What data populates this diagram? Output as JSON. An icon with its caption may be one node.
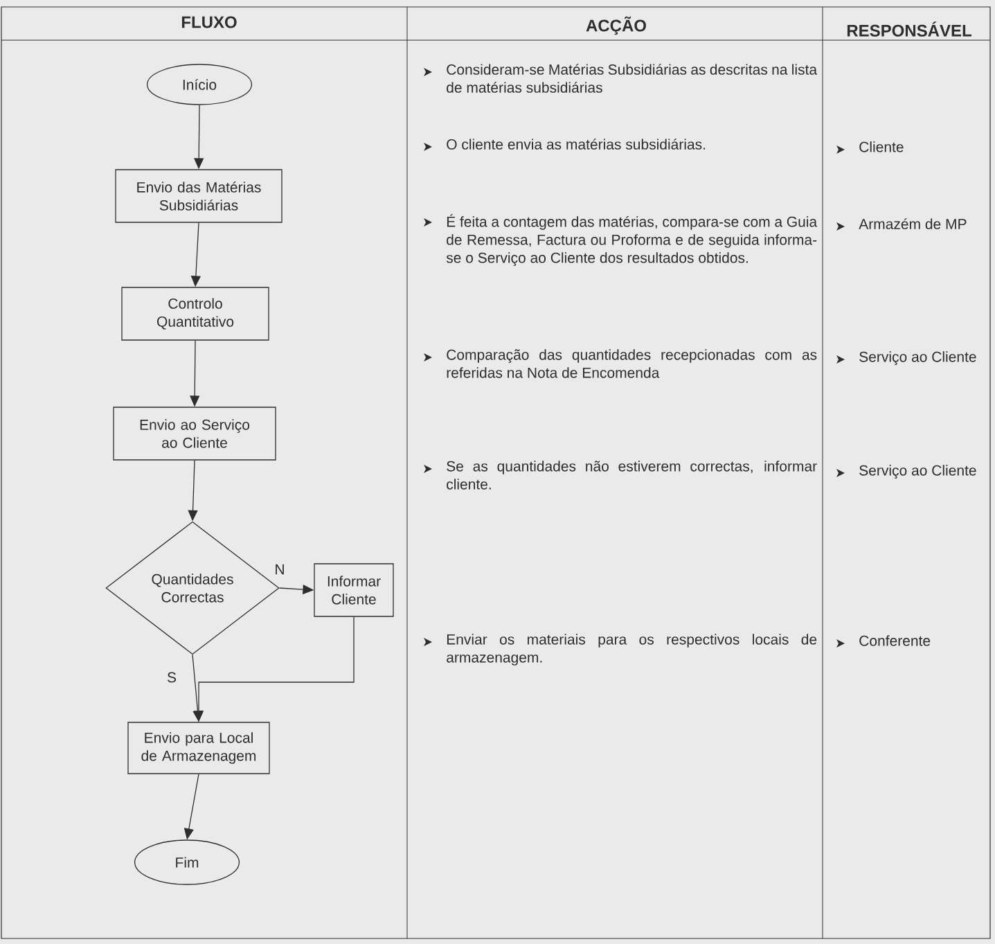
{
  "diagram": {
    "nodes": [
      {
        "text": [
          "Início"
        ]
      },
      {
        "text": [
          "Envio das Matérias Subsidiárias"
        ]
      },
      {
        "text": [
          "Controlo Quantitativo"
        ]
      },
      {
        "text": [
          "Envio ao Serviço ao Cliente"
        ]
      },
      {
        "text": [
          "Quantidades Correctas"
        ]
      },
      {
        "text": [
          "Informar Cliente"
        ]
      },
      {
        "text": [
          "Envio para Local de Armazenagem"
        ]
      },
      {
        "text": [
          "Fim"
        ]
      }
    ],
    "edges": [
      {
        "from": 0,
        "to": 1,
        "arrow": "to"
      },
      {
        "from": 1,
        "to": 2,
        "arrow": "to"
      },
      {
        "from": 2,
        "to": 3,
        "arrow": "to"
      },
      {
        "from": 3,
        "to": 4,
        "arrow": "to"
      },
      {
        "from": 4,
        "to": 5,
        "arrow": "to",
        "label": "N"
      },
      {
        "from": 4,
        "to": 6,
        "arrow": "to",
        "label": "S"
      },
      {
        "from": 5,
        "to": 6,
        "arrow": "to"
      },
      {
        "from": 6,
        "to": 7,
        "arrow": "to"
      }
    ],
    "labels": [
      "FLUXO",
      "ACÇÃO",
      "RESPONSÁVEL",
      "Consideram-se Matérias Subsidiárias as descritas na lista de matérias subsidiárias",
      "O cliente envia as matérias subsidiárias.",
      "Cliente",
      "É feita a contagem das matérias, compara-se com a Guia de Remessa, Factura ou Proforma e de seguida informa-se o Serviço ao Cliente dos resultados obtidos.",
      "Armazém de MP",
      "Comparação das quantidades recepcionadas com as referidas na Nota de Encomenda",
      "Serviço ao Cliente",
      "Se as quantidades não estiverem correctas, informar cliente.",
      "Serviço ao Cliente",
      "Enviar os materiais para os respectivos locais de armazenagem.",
      "Conferente"
    ]
  }
}
